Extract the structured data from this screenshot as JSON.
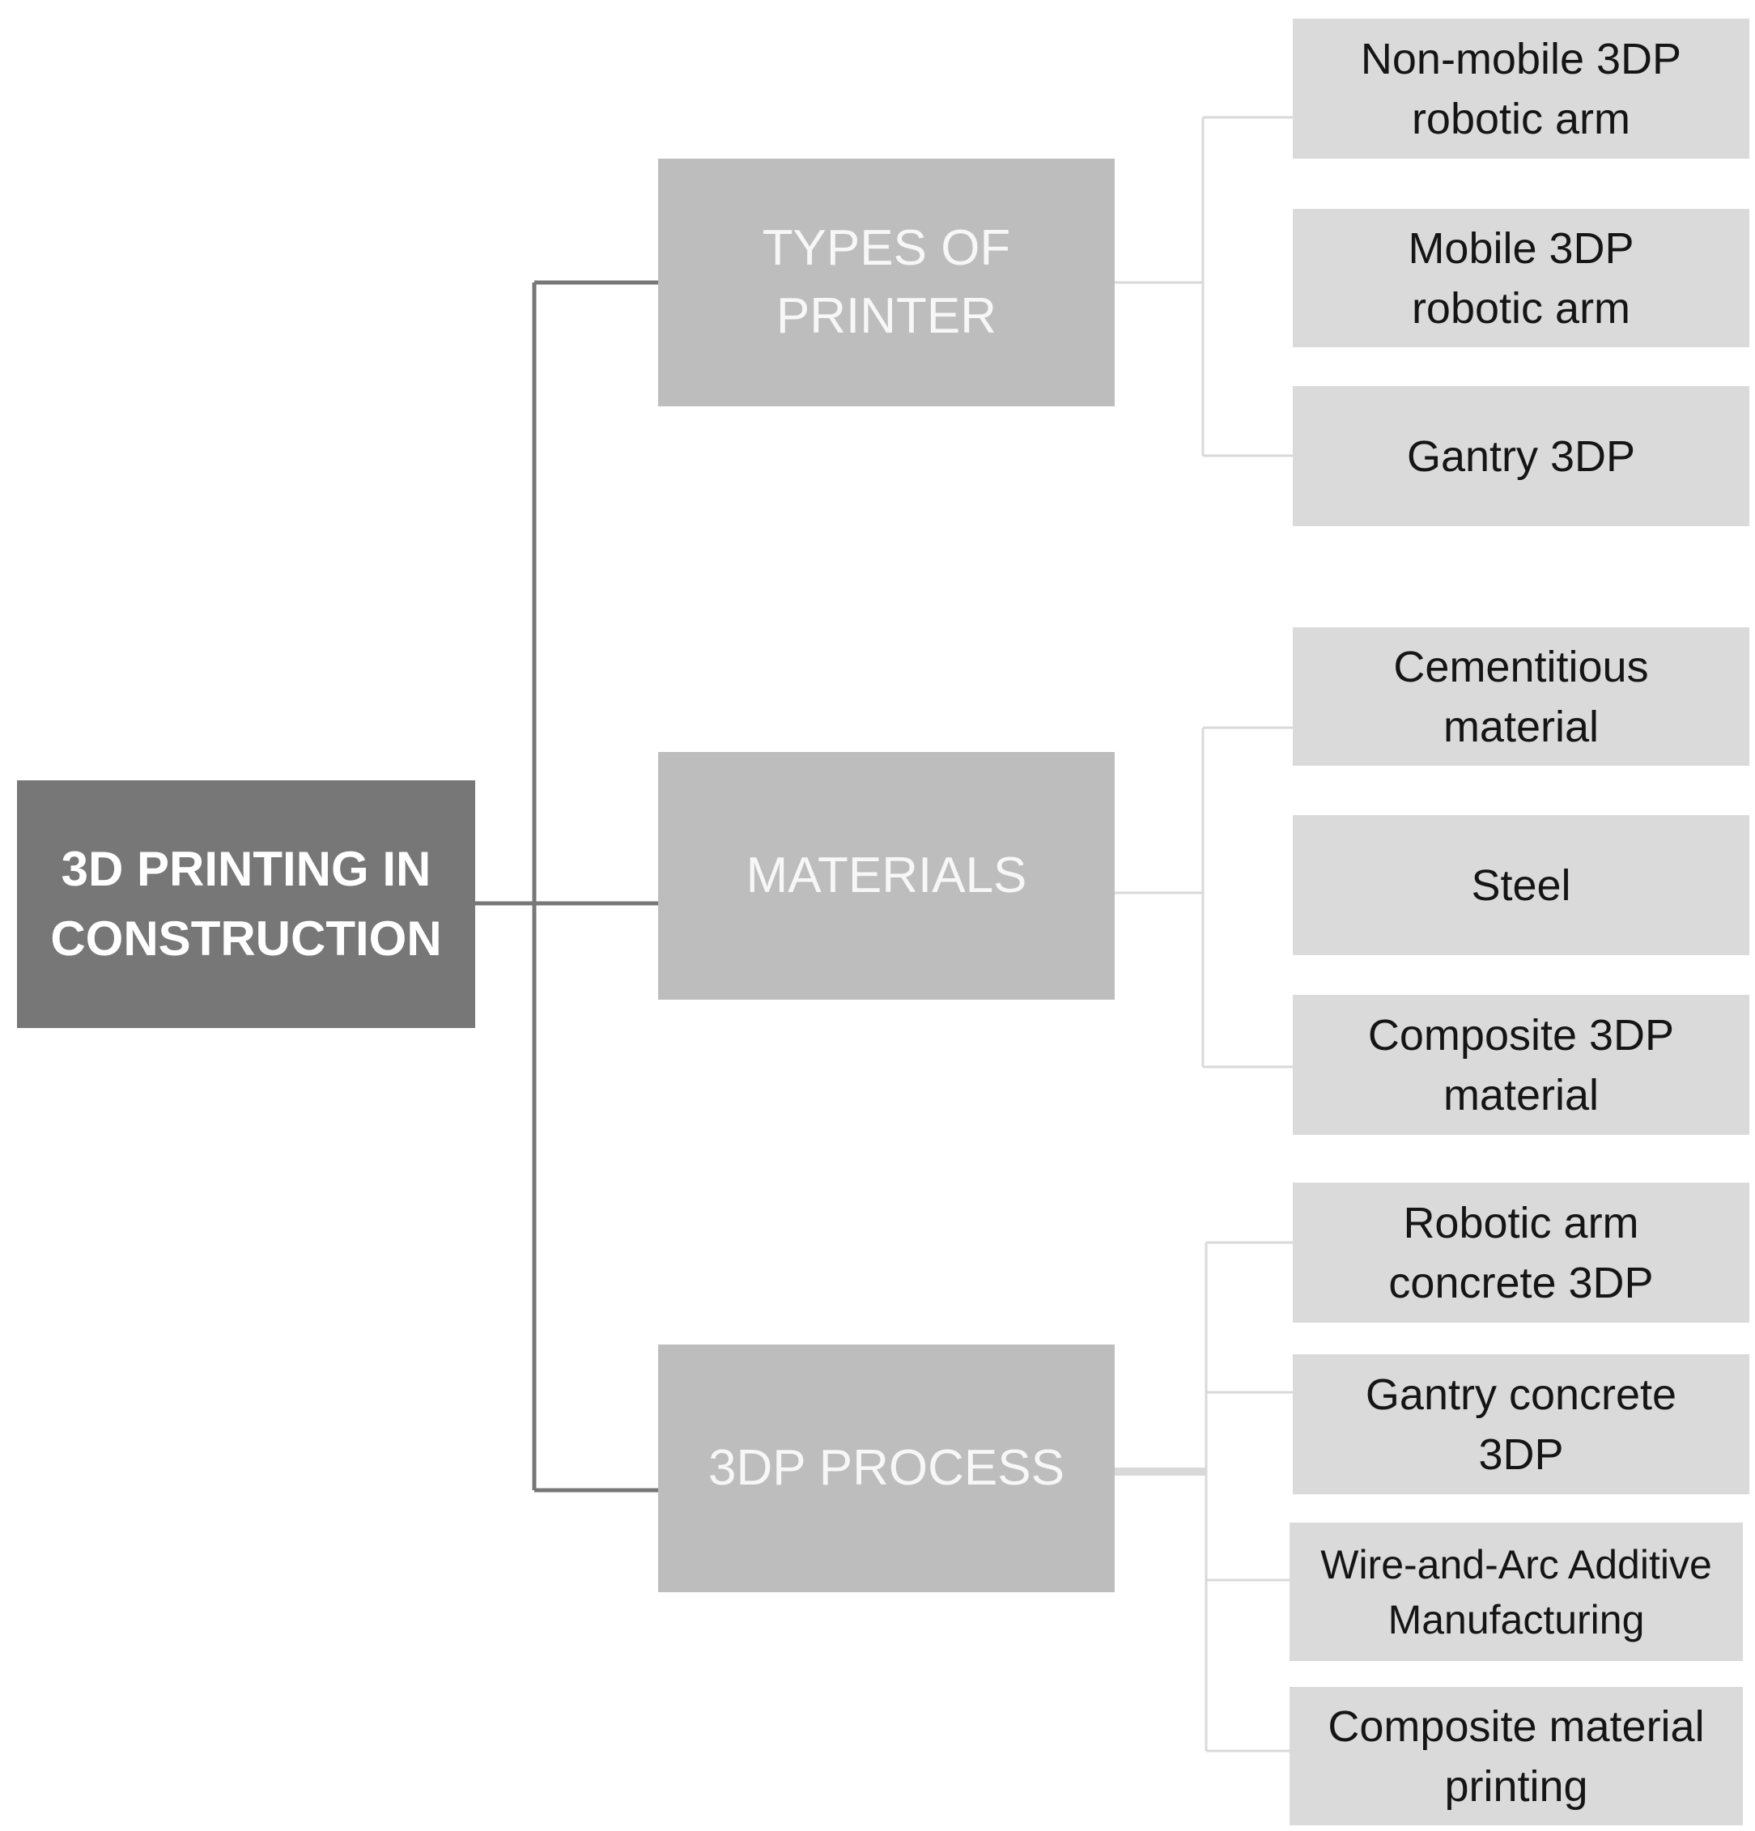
{
  "root": {
    "label": "3D PRINTING IN\nCONSTRUCTION"
  },
  "categories": [
    {
      "label": "TYPES OF\nPRINTER",
      "children": [
        "Non-mobile 3DP\nrobotic arm",
        "Mobile 3DP\nrobotic arm",
        "Gantry 3DP"
      ]
    },
    {
      "label": "MATERIALS",
      "children": [
        "Cementitious\nmaterial",
        "Steel",
        "Composite 3DP\nmaterial"
      ]
    },
    {
      "label": "3DP PROCESS",
      "children": [
        "Robotic arm\nconcrete 3DP",
        "Gantry concrete\n3DP",
        "Wire-and-Arc Additive\nManufacturing",
        "Composite material\nprinting"
      ]
    }
  ],
  "colors": {
    "root_fill": "#777777",
    "category_fill": "#bdbdbd",
    "leaf_fill": "#dadada",
    "main_connector": "#777777",
    "leaf_connector": "#d9d9d9"
  }
}
